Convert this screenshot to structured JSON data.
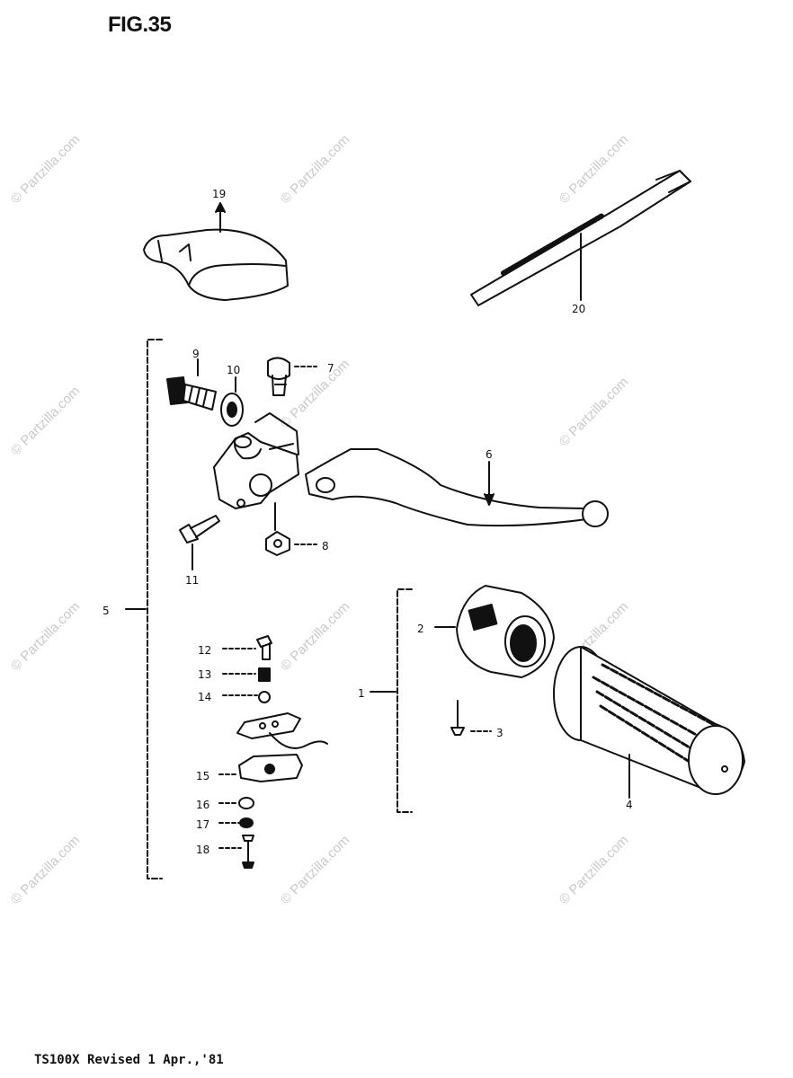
{
  "figure": {
    "title": "FIG.35",
    "footer": "TS100X  Revised 1 Apr.,'81",
    "watermark": "© Partzilla.com"
  },
  "callouts": [
    "1",
    "2",
    "3",
    "4",
    "5",
    "6",
    "7",
    "8",
    "9",
    "10",
    "11",
    "12",
    "13",
    "14",
    "15",
    "16",
    "17",
    "18",
    "19",
    "20"
  ]
}
